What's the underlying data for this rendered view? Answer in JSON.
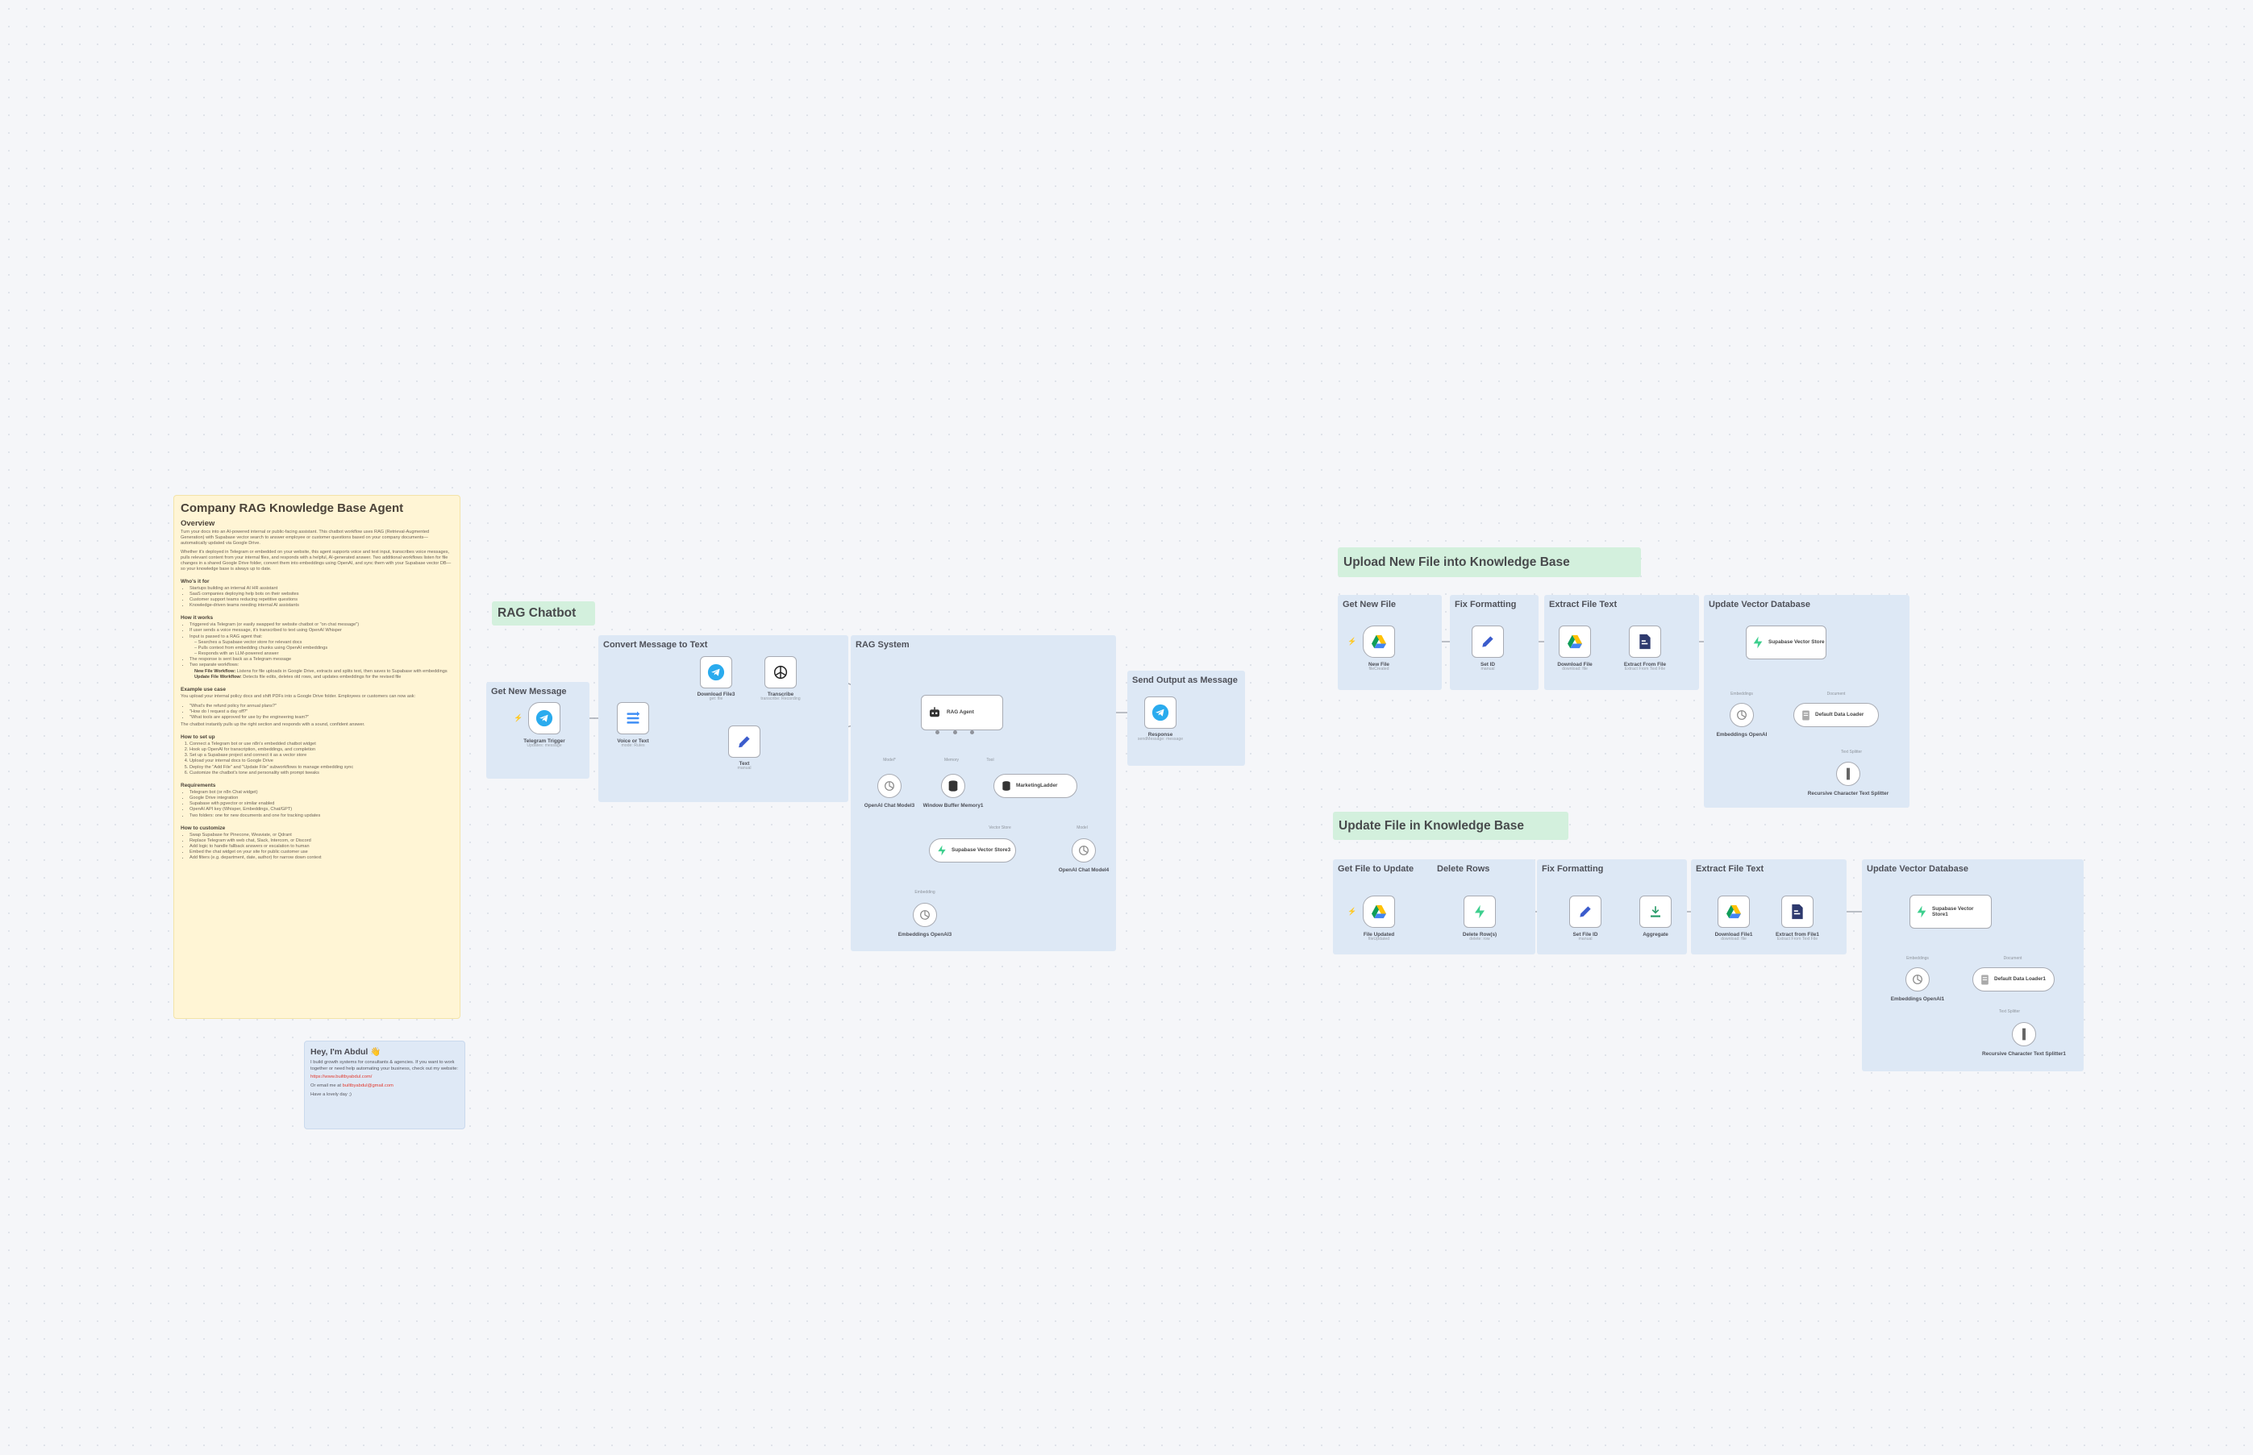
{
  "notes": {
    "main": {
      "title": "Company RAG Knowledge Base Agent",
      "overview_heading": "Overview",
      "overview_p1": "Turn your docs into an AI-powered internal or public-facing assistant. This chatbot workflow uses RAG (Retrieval-Augmented Generation) with Supabase vector search to answer employee or customer questions based on your company documents—automatically updated via Google Drive.",
      "overview_p2": "Whether it's deployed in Telegram or embedded on your website, this agent supports voice and text input, transcribes voice messages, pulls relevant content from your internal files, and responds with a helpful, AI-generated answer. Two additional workflows listen for file changes in a shared Google Drive folder, convert them into embeddings using OpenAI, and sync them with your Supabase vector DB—so your knowledge base is always up to date.",
      "who_heading": "Who's it for",
      "who_items": [
        "Startups building an internal AI HR assistant",
        "SaaS companies deploying help bots on their websites",
        "Customer support teams reducing repetitive questions",
        "Knowledge-driven teams needing internal AI assistants"
      ],
      "how_heading": "How it works",
      "how_items": [
        "Triggered via Telegram (or easily swapped for website chatbot or \"on chat message\")",
        "If user sends a voice message, it's transcribed to text using OpenAI Whisper",
        "Input is passed to a RAG agent that:"
      ],
      "how_sub_items": [
        "Searches a Supabase vector store for relevant docs",
        "Pulls context from embedding chunks using OpenAI embeddings",
        "Responds with an LLM-powered answer"
      ],
      "how_items_2": [
        "The response is sent back as a Telegram message",
        "Two separate workflows:"
      ],
      "how_workflows": [
        {
          "name": "New File Workflow:",
          "text": "Listens for file uploads in Google Drive, extracts and splits text, then saves to Supabase with embeddings"
        },
        {
          "name": "Update File Workflow:",
          "text": "Detects file edits, deletes old rows, and updates embeddings for the revised file"
        }
      ],
      "example_heading": "Example use case",
      "example_p": "You upload your internal policy docs and shift PDFs into a Google Drive folder. Employees or customers can now ask:",
      "example_items": [
        "\"What's the refund policy for annual plans?\"",
        "\"How do I request a day off?\"",
        "\"What tools are approved for use by the engineering team?\""
      ],
      "example_p2": "The chatbot instantly pulls up the right section and responds with a sound, confident answer.",
      "setup_heading": "How to set up",
      "setup_items": [
        "Connect a Telegram bot or use n8n's embedded chatbot widget",
        "Hook up OpenAI for transcription, embeddings, and completion",
        "Set up a Supabase project and connect it as a vector store",
        "Upload your internal docs to Google Drive",
        "Deploy the \"Add File\" and \"Update File\" subworkflows to manage embedding sync",
        "Customize the chatbot's tone and personality with prompt tweaks"
      ],
      "req_heading": "Requirements",
      "req_items": [
        "Telegram bot (or n8n Chat widget)",
        "Google Drive integration",
        "Supabase with pgvector or similar enabled",
        "OpenAI API key (Whisper, Embeddings, Chat/GPT)",
        "Two folders: one for new documents and one for tracking updates"
      ],
      "custom_heading": "How to customize",
      "custom_items": [
        "Swap Supabase for Pinecone, Weaviate, or Qdrant",
        "Replace Telegram with web chat, Slack, Intercom, or Discord",
        "Add logic to handle fallback answers or escalation to human",
        "Embed the chat widget on your site for public customer use",
        "Add filters (e.g. department, date, author) for narrow down context"
      ]
    },
    "author": {
      "title": "Hey, I'm Abdul 👋",
      "p1": "I build growth systems for consultants & agencies. If you want to work together or need help automating your business, check out my website:",
      "link": "https://www.builtbyabdul.com/",
      "p2_prefix": "Or email me at ",
      "email": "builtbyabdul@gmail.com",
      "p3": "Have a lovely day ;)"
    }
  },
  "sections": {
    "rag_chatbot": "RAG Chatbot",
    "upload_new_file": "Upload New File into Knowledge Base",
    "update_file": "Update File in Knowledge Base"
  },
  "groups": {
    "get_new_message": "Get New Message",
    "convert_message": "Convert Message to Text",
    "rag_system": "RAG System",
    "send_output": "Send Output as Message",
    "get_new_file": "Get New File",
    "fix_formatting_1": "Fix Formatting",
    "extract_file_text_1": "Extract File Text",
    "update_vector_db_1": "Update Vector Database",
    "get_file_to_update": "Get File to Update",
    "delete_rows": "Delete Rows",
    "fix_formatting_2": "Fix Formatting",
    "extract_file_text_2": "Extract File Text",
    "update_vector_db_2": "Update Vector Database"
  },
  "nodes": {
    "telegram_trigger": {
      "title": "Telegram Trigger",
      "sub": "Updates: message"
    },
    "voice_or_text": {
      "title": "Voice or Text",
      "sub": "mode: Rules"
    },
    "download_file": {
      "title": "Download File3",
      "sub": "get: file"
    },
    "transcribe": {
      "title": "Transcribe",
      "sub": "transcribe: Recording"
    },
    "text": {
      "title": "Text",
      "sub": "manual"
    },
    "rag_agent": {
      "title": "RAG Agent"
    },
    "openai_chat_model": {
      "title": "OpenAI Chat Model3"
    },
    "window_buffer": {
      "title": "Window Buffer Memory1"
    },
    "marketing_ladder": {
      "title": "MarketingLadder"
    },
    "supabase_store_rag": {
      "title": "Supabase Vector Store3"
    },
    "openai_chat_model_2": {
      "title": "OpenAI Chat Model4"
    },
    "embeddings_rag": {
      "title": "Embeddings OpenAI3"
    },
    "response": {
      "title": "Response",
      "sub": "sendMessage: message"
    },
    "new_file": {
      "title": "New File",
      "sub": "fileCreated"
    },
    "set_id_1": {
      "title": "Set ID",
      "sub": "manual"
    },
    "download_file_1": {
      "title": "Download File",
      "sub": "download: file"
    },
    "extract_from_file_1": {
      "title": "Extract From File",
      "sub": "Extract From Text File"
    },
    "supabase_store_1": {
      "title": "Supabase Vector Store"
    },
    "embeddings_1": {
      "title": "Embeddings OpenAI"
    },
    "data_loader_1": {
      "title": "Default Data Loader"
    },
    "text_splitter_1": {
      "title": "Recursive Character Text Splitter"
    },
    "file_updated": {
      "title": "File Updated",
      "sub": "fileUpdated"
    },
    "delete_rows": {
      "title": "Delete Row(s)",
      "sub": "delete: row"
    },
    "set_id_2": {
      "title": "Set File ID",
      "sub": "manual"
    },
    "aggregate": {
      "title": "Aggregate"
    },
    "download_file_2": {
      "title": "Download File1",
      "sub": "download: file"
    },
    "extract_from_file_2": {
      "title": "Extract from File1",
      "sub": "Extract From Text File"
    },
    "supabase_store_2": {
      "title": "Supabase Vector Store1"
    },
    "embeddings_2": {
      "title": "Embeddings OpenAI1"
    },
    "data_loader_2": {
      "title": "Default Data Loader1"
    },
    "text_splitter_2": {
      "title": "Recursive Character Text Splitter1"
    }
  },
  "port_labels": {
    "chat_model": "Model*",
    "memory": "Memory",
    "tool": "Tool",
    "vector_store": "Vector Store",
    "model": "Model",
    "embedding": "Embedding",
    "embeddings": "Embeddings",
    "document": "Document",
    "text_splitter": "Text Splitter"
  },
  "colors": {
    "note_yellow": "#fff5d5",
    "note_blue": "#dfe9f6",
    "group_blue": "#dde8f5",
    "title_green": "#d3f0dd",
    "wire": "#a6abb4",
    "trigger_bolt": "#ff6d5a",
    "telegram": "#2aabee",
    "supabase": "#3ecf8e",
    "drive_green": "#0f9d58",
    "drive_yellow": "#ffc107",
    "drive_blue": "#4285f4",
    "edit_blue": "#3b5ccc",
    "router_blue": "#3f8ef5",
    "link_red": "#e03c31"
  }
}
